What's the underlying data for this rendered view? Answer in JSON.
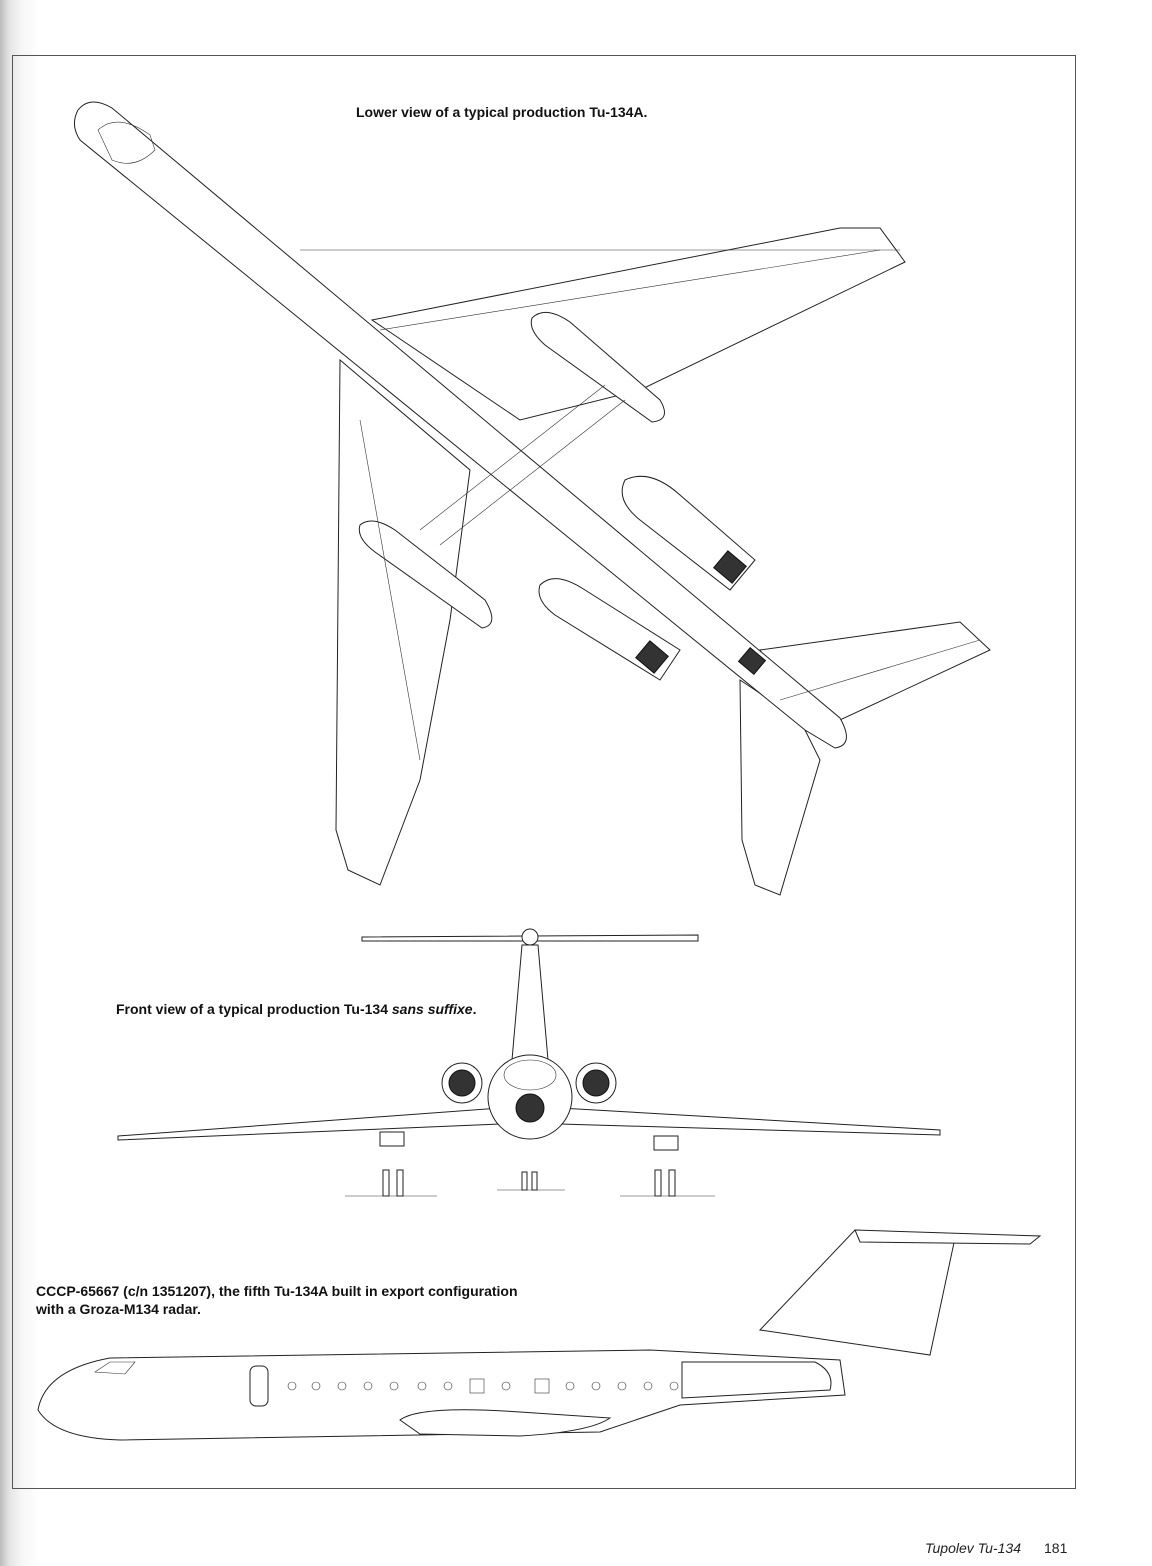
{
  "captions": {
    "lower_view": "Lower view of a typical production Tu-134A.",
    "front_view_prefix": "Front view of a typical production Tu-134 ",
    "front_view_italic": "sans suffixe",
    "front_view_suffix": ".",
    "side_view_line1": "CCCP-65667 (c/n 1351207), the fifth Tu-134A built in export configuration",
    "side_view_line2": "with a Groza-M134 radar."
  },
  "footer": {
    "book_title": "Tupolev Tu-134",
    "page_number": "181"
  }
}
